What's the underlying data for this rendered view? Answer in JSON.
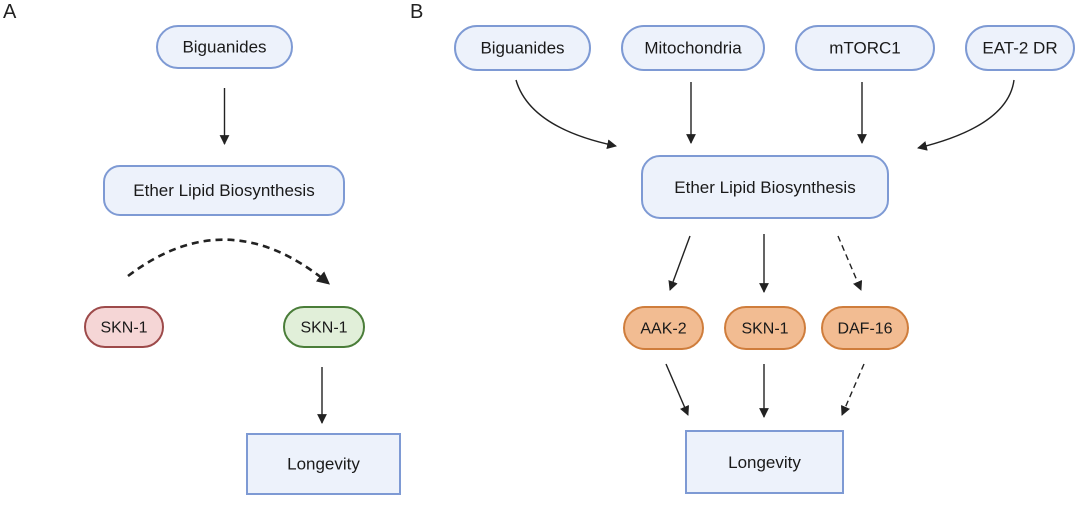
{
  "panels": {
    "a": {
      "label": "A",
      "nodes": {
        "biguanides": "Biguanides",
        "ether_lipid": "Ether Lipid Biosynthesis",
        "skn1_inactive": "SKN-1",
        "skn1_active": "SKN-1",
        "longevity": "Longevity"
      }
    },
    "b": {
      "label": "B",
      "nodes": {
        "biguanides": "Biguanides",
        "mitochondria": "Mitochondria",
        "mtorc1": "mTORC1",
        "eat2_dr": "EAT-2 DR",
        "ether_lipid": "Ether Lipid Biosynthesis",
        "aak2": "AAK-2",
        "skn1": "SKN-1",
        "daf16": "DAF-16",
        "longevity": "Longevity"
      }
    }
  },
  "colors": {
    "blue_fill": "#edf2fb",
    "blue_stroke": "#7e9ad4",
    "red_fill": "#f5d6d6",
    "red_stroke": "#9d4a4a",
    "green_fill": "#e1efd9",
    "green_stroke": "#4a7d39",
    "orange_fill": "#f2bc92",
    "orange_stroke": "#cf7d3c"
  }
}
